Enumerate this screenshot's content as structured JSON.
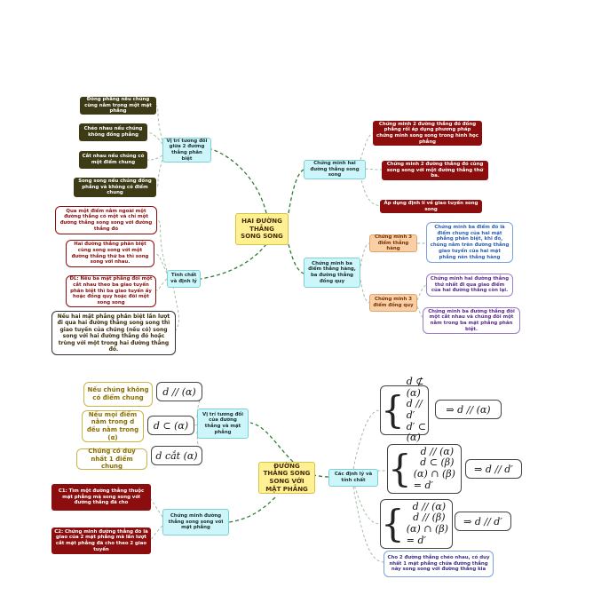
{
  "map1": {
    "root": "HAI ĐƯỜNG THẲNG SONG SONG",
    "vitri": {
      "label": "Vị trí tương đối giữa 2 đường thẳng phân biệt",
      "items": [
        "Đồng phẳng nếu chúng cùng nằm trong một mặt phẳng",
        "Chéo nhau nếu chúng không đồng phẳng",
        "Cắt nhau nếu chúng có một điểm chung",
        "Song song nếu chúng đồng phẳng và không có điểm chung"
      ]
    },
    "tinhchat": {
      "label": "Tính chất và định lý",
      "items": [
        "Qua một điểm nằm ngoài một đường thẳng có một và chỉ một đường thẳng song song với đường thẳng đó",
        "Hai đường thẳng phân biệt cùng song song với một đường thẳng thứ ba thì song song với nhau.",
        "ĐL: Nếu ba mặt phẳng đôi một cắt nhau theo ba giao tuyến phân biệt thì ba giao tuyến ấy hoặc đồng quy hoặc đôi một song song",
        "Nếu hai mặt phẳng phân biệt lần lượt đi qua hai đường thẳng song song thì giao tuyến của chúng (nếu có) song song với hai đường thẳng đó hoặc trùng với một trong hai đường thẳng đó."
      ]
    },
    "cm_songsong": {
      "label": "Chứng minh hai đường thẳng song song",
      "items": [
        "Chứng minh 2 đường thẳng đó đồng phẳng rồi áp dụng phương pháp chứng minh song song trong hình học phẳng",
        "Chứng minh 2 đường thẳng đó cùng song song với một đường thẳng thứ ba.",
        "Áp dụng định lí về giao tuyến song song"
      ]
    },
    "cm_thang": {
      "label": "Chứng minh ba điểm thẳng hàng, ba đường thẳng đồng quy",
      "thang_hang": {
        "label": "Chứng minh 3 điểm thẳng hàng",
        "item": "Chứng minh ba điểm đó là điểm chung của hai mặt phẳng phân biệt, khi đó, chúng nằm trên đường thẳng giao tuyến của hai mặt phẳng nên thẳng hàng"
      },
      "dong_quy": {
        "label": "Chứng minh 3 điểm đồng quy",
        "items": [
          "Chứng minh hai đường thẳng thứ nhất đi qua giao điểm của hai đường thẳng còn lại.",
          "Chứng minh ba đường thẳng đôi một cắt nhau và chúng đôi một nằm trong ba mặt phẳng phân biệt."
        ]
      }
    }
  },
  "map2": {
    "root": "ĐƯỜNG THẲNG SONG SONG VỚI MẶT PHẲNG",
    "vitri": {
      "label": "Vị trí tương đối của đường thẳng và mặt phẳng",
      "items": [
        {
          "text": "Nếu chúng không có điểm chung",
          "formula": "d // (α)"
        },
        {
          "text": "Nếu mọi điểm nằm trong d đều nằm trong (α)",
          "formula": "d ⊂ (α)"
        },
        {
          "text": "Chúng có duy nhất 1 điểm chung",
          "formula": "d cắt (α)"
        }
      ]
    },
    "chungminh": {
      "label": "Chứng minh đường thẳng song song với mặt phẳng",
      "items": [
        "C1: Tìm một đường thẳng thuộc mặt phẳng mà song song với đường thẳng đã cho",
        "C2: Chứng minh đường thẳng đó là giao của 2 mặt phẳng mà lần lượt cắt mặt phẳng đã cho theo 2 giao tuyến"
      ]
    },
    "dinhly": {
      "label": "Các định lý và tính chất",
      "systems": [
        {
          "lines": [
            "d ⊄ (α)",
            "d // d′",
            "d′ ⊂ (α)"
          ],
          "result": "⇒ d // (α)"
        },
        {
          "lines": [
            "d // (α)",
            "d ⊂ (β)",
            "(α) ∩ (β) = d′"
          ],
          "result": "⇒ d // d′"
        },
        {
          "lines": [
            "d // (α)",
            "d // (β)",
            "(α) ∩ (β) = d′"
          ],
          "result": "⇒ d // d′"
        }
      ],
      "note": "Cho 2 đường thẳng chéo nhau, có duy nhất 1 mặt phẳng chứa đường thẳng này song song với đường thẳng kia"
    }
  },
  "colors": {
    "dark": "#3d3a16",
    "red": "#8c0d0d",
    "cyan": "#cdf6fa",
    "yellow": "#fdf193",
    "orange": "#f8cfa6",
    "link": "#2e7d32"
  }
}
